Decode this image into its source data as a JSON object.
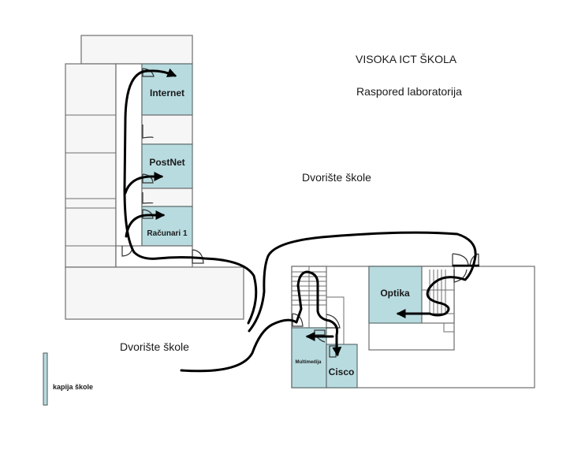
{
  "title": "VISOKA ICT ŠKOLA",
  "subtitle": "Raspored laboratorija",
  "courtyard_labels": [
    "Dvorište škole",
    "Dvorište škole"
  ],
  "gate_label": "kapija škole",
  "labs": [
    {
      "id": "internet",
      "name": "Internet"
    },
    {
      "id": "postnet",
      "name": "PostNet"
    },
    {
      "id": "racunari1",
      "name": "Računari 1"
    },
    {
      "id": "optika",
      "name": "Optika"
    },
    {
      "id": "multimedija",
      "name": "Multimedija"
    },
    {
      "id": "cisco",
      "name": "Cisco"
    }
  ],
  "colors": {
    "lab_fill": "#b8dbe0",
    "route": "#000000",
    "wall": "#6e6e6e"
  }
}
